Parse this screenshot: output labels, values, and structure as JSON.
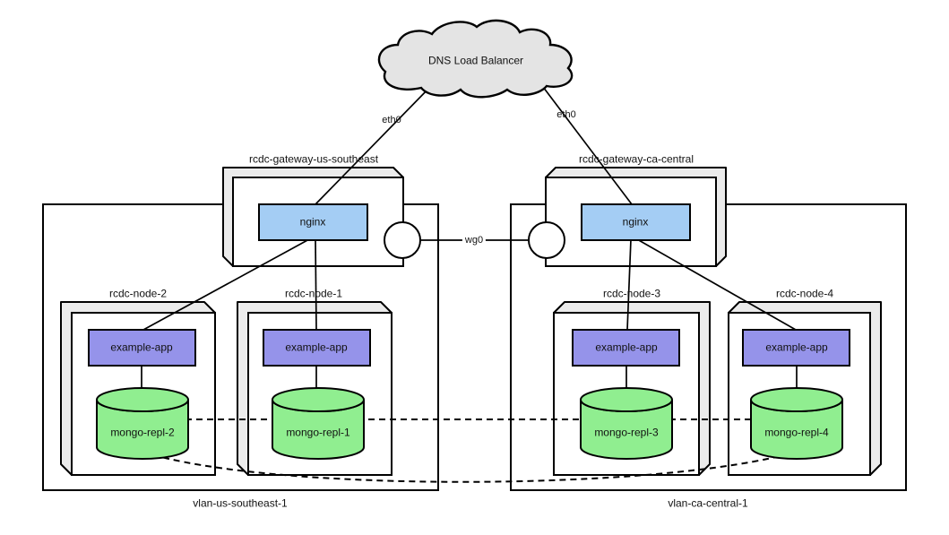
{
  "cloud": {
    "label": "DNS Load Balancer"
  },
  "edge_labels": {
    "eth0_left": "eth0",
    "eth0_right": "eth0",
    "wg0": "wg0"
  },
  "gateways": [
    {
      "name": "rcdc-gateway-us-southeast",
      "service": "nginx"
    },
    {
      "name": "rcdc-gateway-ca-central",
      "service": "nginx"
    }
  ],
  "vlans": [
    {
      "name": "vlan-us-southeast-1"
    },
    {
      "name": "vlan-ca-central-1"
    }
  ],
  "nodes": [
    {
      "name": "rcdc-node-2",
      "app": "example-app",
      "db": "mongo-repl-2"
    },
    {
      "name": "rcdc-node-1",
      "app": "example-app",
      "db": "mongo-repl-1"
    },
    {
      "name": "rcdc-node-3",
      "app": "example-app",
      "db": "mongo-repl-3"
    },
    {
      "name": "rcdc-node-4",
      "app": "example-app",
      "db": "mongo-repl-4"
    }
  ],
  "colors": {
    "nginx_fill": "#a4cdf4",
    "app_fill": "#9593ea",
    "db_fill": "#90ee90",
    "bevel_fill": "#ebebeb",
    "cloud_fill": "#e4e4e4",
    "face_fill": "#ffffff",
    "stroke": "#000000"
  }
}
